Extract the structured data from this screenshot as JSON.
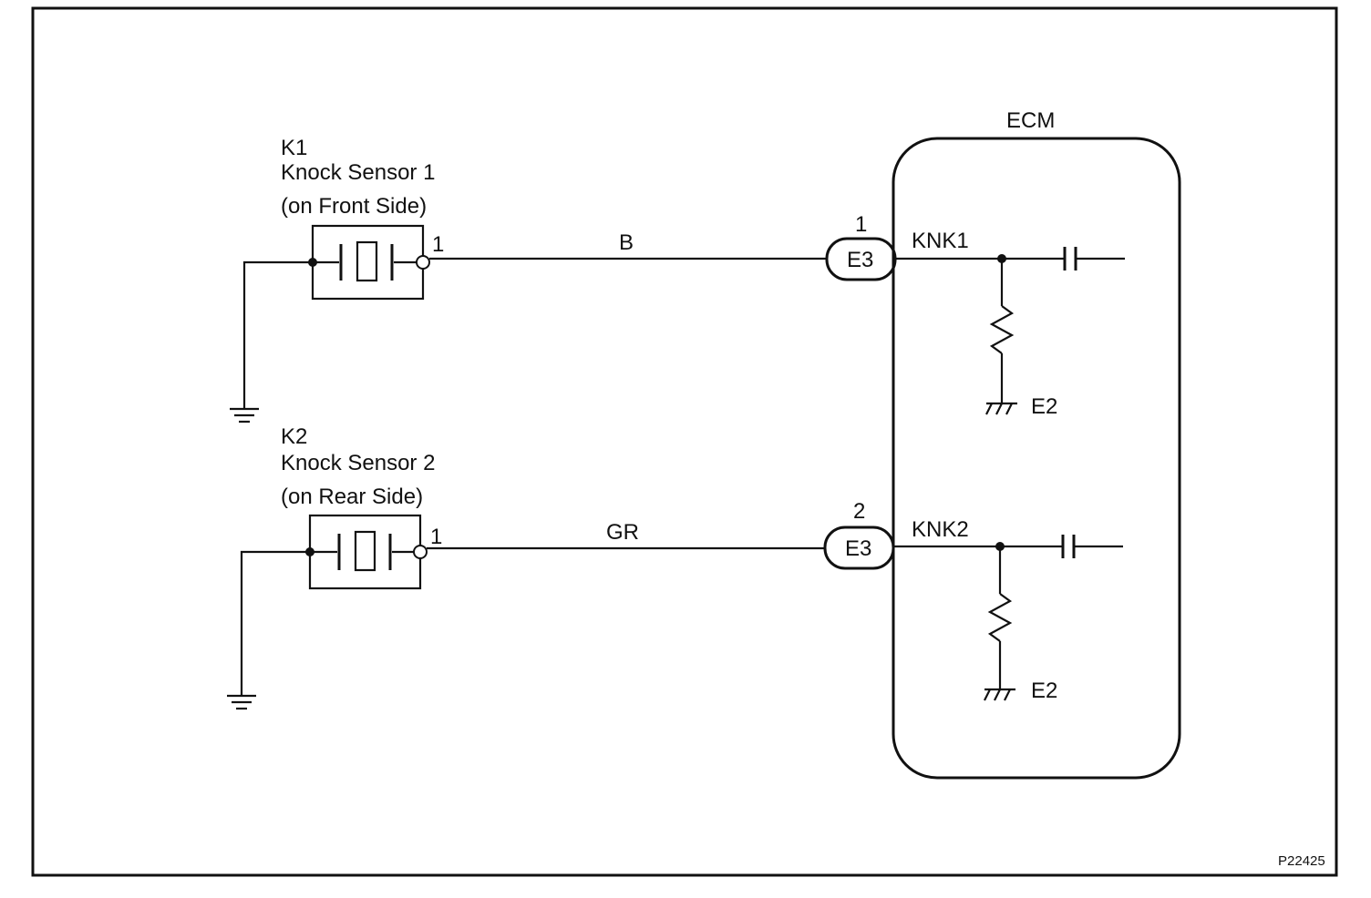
{
  "ecm": {
    "label": "ECM"
  },
  "sensor1": {
    "id": "K1",
    "name": "Knock Sensor 1",
    "location": "(on Front Side)",
    "pin": "1",
    "wire_color": "B"
  },
  "sensor2": {
    "id": "K2",
    "name": "Knock Sensor 2",
    "location": "(on Rear Side)",
    "pin": "1",
    "wire_color": "GR"
  },
  "connector1": {
    "label": "E3",
    "pin": "1",
    "signal": "KNK1",
    "ground": "E2"
  },
  "connector2": {
    "label": "E3",
    "pin": "2",
    "signal": "KNK2",
    "ground": "E2"
  },
  "figure_code": "P22425"
}
